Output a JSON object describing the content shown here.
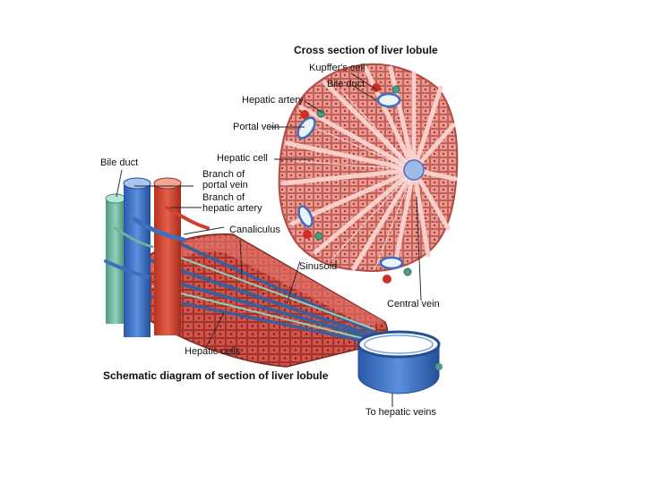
{
  "diagram": {
    "title_cross_section": "Cross section of liver lobule",
    "title_schematic": "Schematic diagram of section of liver lobule",
    "labels": {
      "kupffer_cell": "Kupffer's cell",
      "bile_duct_top": "Bile duct",
      "hepatic_artery": "Hepatic artery",
      "portal_vein": "Portal vein",
      "hepatic_cell": "Hepatic cell",
      "bile_duct_left": "Bile duct",
      "branch_portal_vein": "Branch of\nportal vein",
      "branch_hepatic_artery": "Branch of\nhepatic artery",
      "canaliculus": "Canaliculus",
      "sinusoid": "Sinusoid",
      "central_vein": "Central vein",
      "hepatic_cells": "Hepatic cells",
      "to_hepatic_veins": "To hepatic veins"
    },
    "colors": {
      "tissue_pink": "#f2a7a0",
      "cell_red": "#c8473c",
      "portal_vein_blue": "#3b6fc2",
      "artery_red": "#d0402e",
      "bile_green": "#67b59a",
      "central_vein_blue": "#8fb0e0"
    }
  }
}
